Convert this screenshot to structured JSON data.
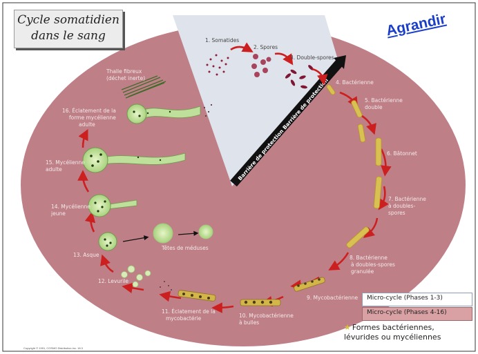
{
  "title": {
    "line1": "Cycle somatidien",
    "line2": "dans le sang"
  },
  "zoom_link": "Agrandir",
  "barrier_label": "Barrière de protection   Barrière de protection",
  "stages": {
    "s1": "1. Somatides",
    "s2": "2. Spores",
    "s3": "3. Double-spores",
    "s4": "4. Bactérienne",
    "s5a": "5. Bactérienne",
    "s5b": "double",
    "s6": "6. Bâtonnet",
    "s7a": "7. Bactérienne",
    "s7b": "à doubles-",
    "s7c": "spores",
    "s8a": "8. Bactérienne",
    "s8b": "à doubles-spores",
    "s8c": "granulée",
    "s9": "9. Mycobactérienne",
    "s10a": "10. Mycobactérienne",
    "s10b": "à bulles",
    "s11a": "11. Éclatement de la",
    "s11b": "mycobactérie",
    "s12": "12. Levurile",
    "s13": "13. Asque",
    "s14a": "14. Mycélienne",
    "s14b": "jeune",
    "s15a": "15. Mycélienne",
    "s15b": "adulte",
    "s16a": "16. Éclatement de la",
    "s16b": "forme mycélienne",
    "s16c": "adulte",
    "thalle_a": "Thalle fibreux",
    "thalle_b": "(déchet inerte)",
    "tetes": "Têtes de méduses"
  },
  "legend": {
    "micro1": "Micro-cycle (Phases 1-3)",
    "micro2": "Micro-cycle (Phases 4-16)",
    "forms_line1": "Formes bactériennes,",
    "forms_line2": "lévurides ou mycéliennes"
  },
  "copyright": "Copyright © 1991, COSMO Distribution inc. 18.3",
  "colors": {
    "blood": "#bf7f87",
    "wedge": "#dfe3ec",
    "arrow": "#cc1f1f",
    "myco": "#bfe09a",
    "rod": "#d2b64a",
    "spore": "#8c1e3c"
  }
}
